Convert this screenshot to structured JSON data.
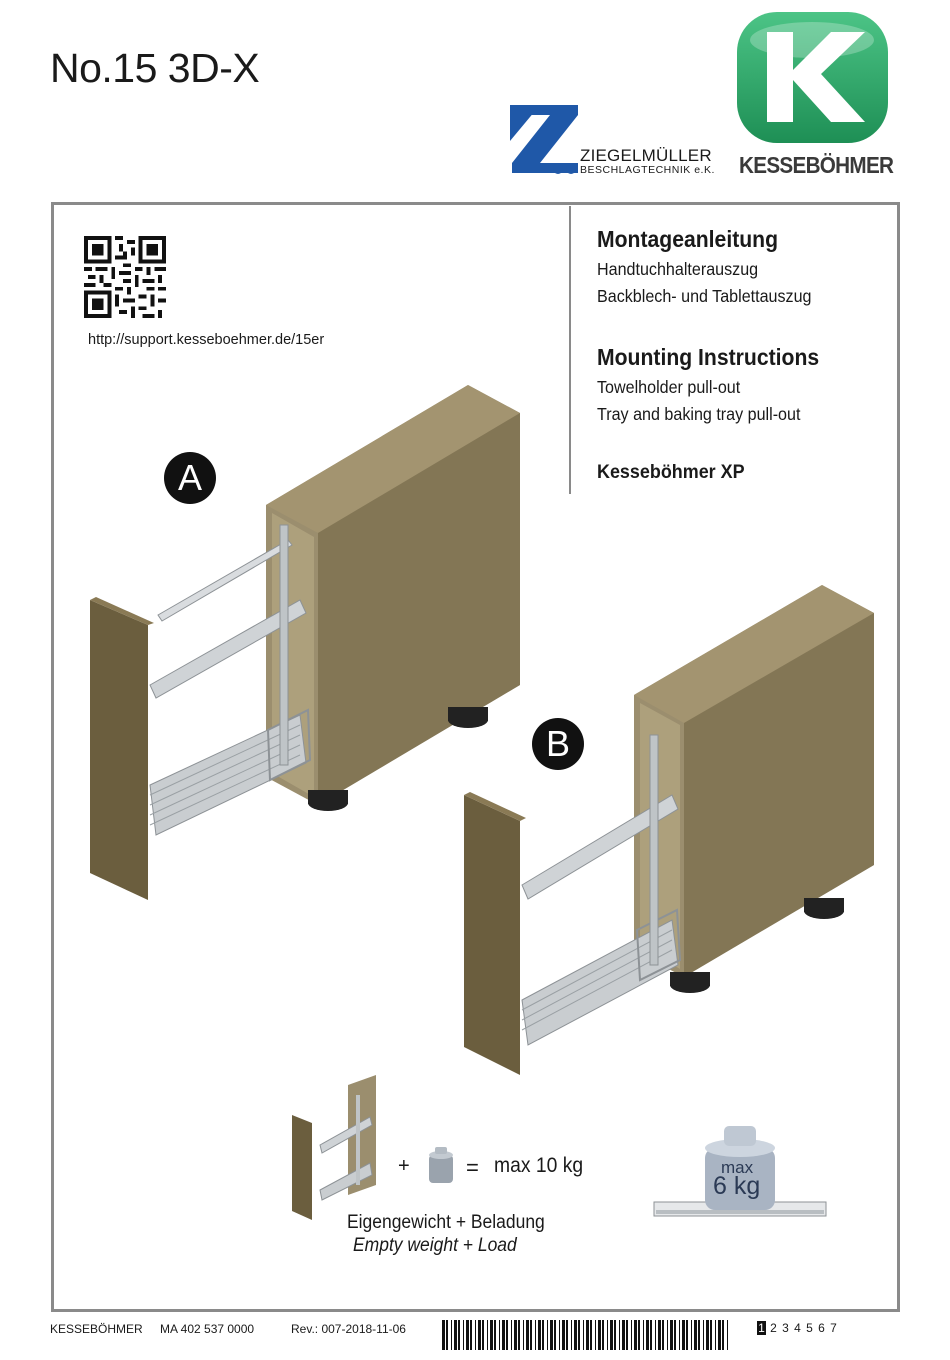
{
  "header": {
    "title": "No.15 3D-X",
    "ziegelmueller": {
      "name": "ZIEGELMÜLLER",
      "subtitle": "BESCHLAGTECHNIK e.K."
    },
    "kessebohmer": {
      "name": "KESSEBÖHMER"
    }
  },
  "support": {
    "url": "http://support.kesseboehmer.de/15er"
  },
  "intro": {
    "heading_de": "Montageanleitung",
    "sub_de_1": "Handtuchhalterauszug",
    "sub_de_2": "Backblech- und Tablettauszug",
    "heading_en": "Mounting Instructions",
    "sub_en_1": "Towelholder pull-out",
    "sub_en_2": "Tray and baking tray pull-out",
    "brand_line": "Kesseböhmer XP"
  },
  "variants": {
    "a": "A",
    "b": "B"
  },
  "load": {
    "plus": "+",
    "equals": "=",
    "max_total": "max 10 kg",
    "weight_max_label": "max",
    "weight_max_value": "6 kg",
    "caption_de": "Eigengewicht + Beladung",
    "caption_en": "Empty weight + Load"
  },
  "footer": {
    "brand": "KESSEBÖHMER",
    "doc_number": "MA  402  537  0000",
    "revision": "Rev.:  007-2018-11-06",
    "pages": [
      "1",
      "2",
      "3",
      "4",
      "5",
      "6",
      "7"
    ],
    "current_page": "1"
  },
  "colors": {
    "kesse_green": "#2fa86a",
    "z_blue": "#1f58a8",
    "cabinet": "#8a7a55",
    "frame": "#8a8a8a"
  }
}
